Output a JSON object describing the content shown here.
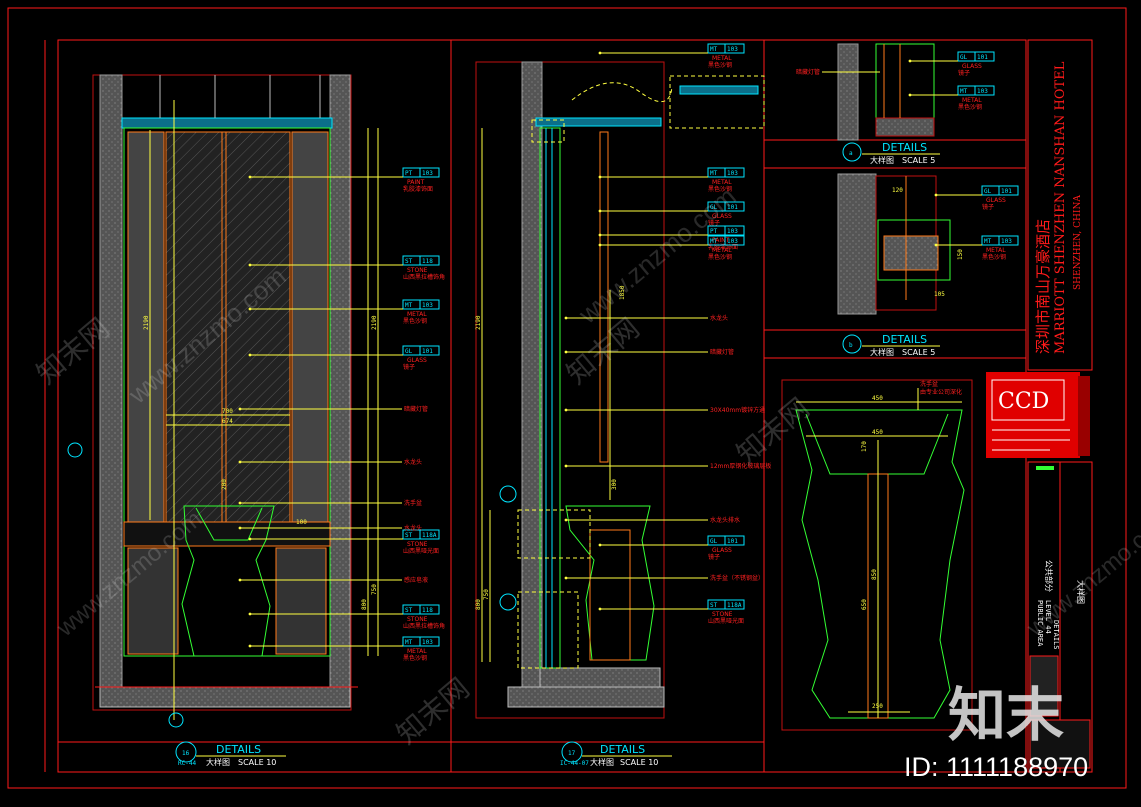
{
  "sheet": {
    "project_cn": "深圳市南山万豪酒店",
    "project_en": "MARRIOTT SHENZHEN NANSHAN HOTEL",
    "location": "SHENZHEN, CHINA",
    "logo": "CCD",
    "area_cn": "公共部分",
    "sheet_kind_cn": "大样图",
    "area_en": "PUBLIC AREA",
    "level": "LEVEL 44",
    "details_en": "DETAILS"
  },
  "panels": {
    "p16": {
      "num": "16",
      "title": "DETAILS",
      "sub": "大样图",
      "scale": "SCALE 10",
      "ref": "RC-44"
    },
    "p17": {
      "num": "17",
      "title": "DETAILS",
      "sub": "大样图",
      "scale": "SCALE 10",
      "ref": "IC-44-07"
    },
    "pa": {
      "num": "a",
      "title": "DETAILS",
      "sub": "大样图",
      "scale": "SCALE 5"
    },
    "pb": {
      "num": "b",
      "title": "DETAILS",
      "sub": "大样图",
      "scale": "SCALE 5"
    }
  },
  "tags16": [
    {
      "code": "PT",
      "num": "103",
      "label": "PAINT",
      "sub": "乳胶漆饰面"
    },
    {
      "code": "ST",
      "num": "118",
      "label": "STONE",
      "sub": "山西黑拉槽饰角"
    },
    {
      "code": "MT",
      "num": "103",
      "label": "METAL",
      "sub": "黑色沙钢"
    },
    {
      "code": "GL",
      "num": "101",
      "label": "GLASS",
      "sub": "镜子"
    },
    {
      "code": "ST",
      "num": "118A",
      "label": "STONE",
      "sub": "山西黑哑光面"
    },
    {
      "code": "ST",
      "num": "118",
      "label": "STONE",
      "sub": "山西黑拉槽饰角"
    },
    {
      "code": "MT",
      "num": "103",
      "label": "METAL",
      "sub": "黑色沙钢"
    }
  ],
  "notes16": [
    "暗藏灯管",
    "水龙头",
    "洗手盆",
    "水龙头",
    "感应皂液"
  ],
  "tags17": [
    {
      "code": "MT",
      "num": "103",
      "label": "METAL",
      "sub": "黑色沙钢"
    },
    {
      "code": "GL",
      "num": "101",
      "label": "GLASS",
      "sub": "镜子"
    },
    {
      "code": "PT",
      "num": "103",
      "label": "PAINT",
      "sub": "乳胶漆饰面"
    },
    {
      "code": "MT",
      "num": "103",
      "label": "METAL",
      "sub": "黑色沙钢"
    },
    {
      "code": "GL",
      "num": "101",
      "label": "GLASS",
      "sub": "镜子"
    },
    {
      "code": "ST",
      "num": "118A",
      "label": "STONE",
      "sub": "山西黑哑光面"
    },
    {
      "code": "MT",
      "num": "103",
      "label": "METAL",
      "sub": "黑色沙钢"
    }
  ],
  "notes17": [
    "水龙头",
    "暗藏灯管",
    "30X40mm镀锌方通",
    "12mm厚钢化玻璃层板",
    "水龙头排水",
    "洗手盆（不锈钢盆）"
  ],
  "tagsA": [
    {
      "code": "GL",
      "num": "101",
      "label": "GLASS",
      "sub": "镜子"
    },
    {
      "code": "MT",
      "num": "103",
      "label": "METAL",
      "sub": "黑色沙钢"
    }
  ],
  "tagsB": [
    {
      "code": "GL",
      "num": "101",
      "label": "GLASS",
      "sub": "镜子"
    },
    {
      "code": "MT",
      "num": "103",
      "label": "METAL",
      "sub": "黑色沙钢"
    }
  ],
  "noteA": "暗藏灯管",
  "basin_notes": [
    "洗手盆",
    "由专业公司深化"
  ],
  "dims": {
    "d16_h": "2190",
    "d16_h2": "2190",
    "d16_w1": "700",
    "d16_w2": "674",
    "d16_a": "200",
    "d16_b": "750",
    "d16_c": "800",
    "d16_d": "100",
    "d17_h": "2190",
    "d17_a": "1850",
    "d17_b": "750",
    "d17_c": "800",
    "d17_d": "300",
    "basin_w1": "450",
    "basin_w2": "450",
    "basin_h1": "170",
    "basin_h2": "850",
    "basin_h3": "650",
    "basin_w3": "250",
    "da1": "120",
    "da2": "150",
    "da3": "105"
  },
  "watermarks": {
    "brand_cn": "知末",
    "brand_cn2": "知末网",
    "site": "www.znzmo.com",
    "id_line": "ID: 1111188970"
  },
  "colors": {
    "frame": "#ff1a1a",
    "tag": "#00e5ff",
    "leader": "#ffff40",
    "outline": "#33ff33",
    "metal": "#ff7a1a",
    "logo_bg": "#e00000"
  }
}
